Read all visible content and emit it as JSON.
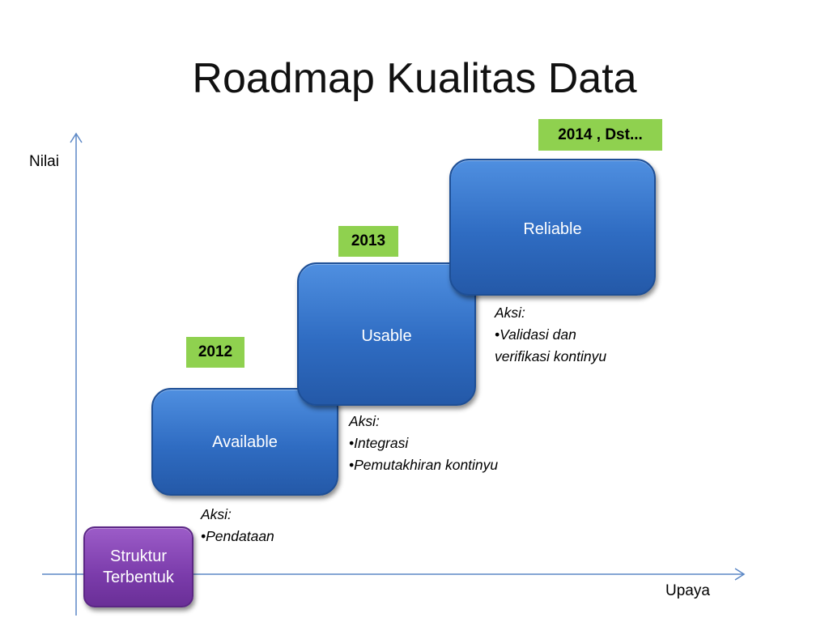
{
  "title": "Roadmap Kualitas Data",
  "axes": {
    "y_label": "Nilai",
    "x_label": "Upaya"
  },
  "stages": {
    "structure": "Struktur Terbentuk",
    "available": "Available",
    "usable": "Usable",
    "reliable": "Reliable"
  },
  "years": {
    "y2012": "2012",
    "y2013": "2013",
    "y2014": "2014 , Dst..."
  },
  "actions": {
    "available": {
      "heading": "Aksi:",
      "items": [
        "•Pendataan"
      ]
    },
    "usable": {
      "heading": "Aksi:",
      "items": [
        "•Integrasi",
        "•Pemutakhiran kontinyu"
      ]
    },
    "reliable": {
      "heading": "Aksi:",
      "items": [
        "•Validasi dan",
        "verifikasi kontinyu"
      ]
    }
  },
  "colors": {
    "stage_blue": "#2f6cc2",
    "stage_purple": "#7b3cab",
    "year_green": "#8fd14f",
    "axis": "#5b87c5"
  }
}
